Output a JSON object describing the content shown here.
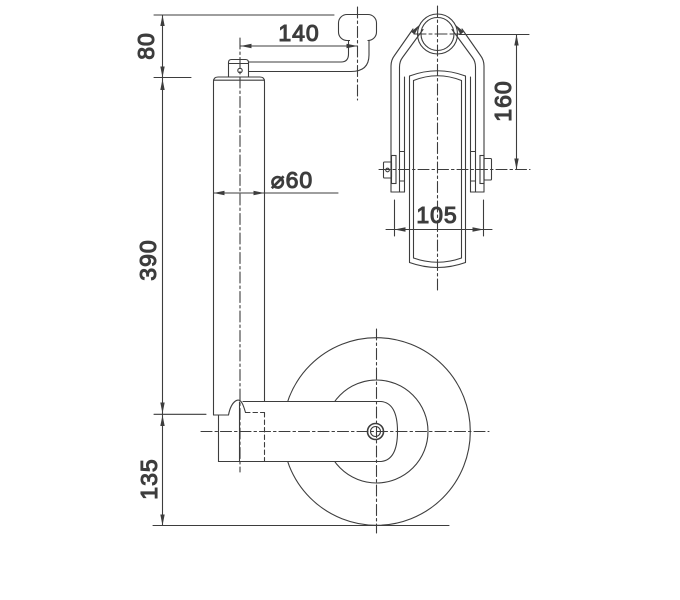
{
  "colors": {
    "background": "#ffffff",
    "line": "#3d3d3d"
  },
  "side_view": {
    "label_80": "80",
    "label_140": "140",
    "label_390": "390",
    "label_135": "135",
    "label_dia60": "⌀60"
  },
  "front_view": {
    "label_160": "160",
    "label_105": "105"
  }
}
